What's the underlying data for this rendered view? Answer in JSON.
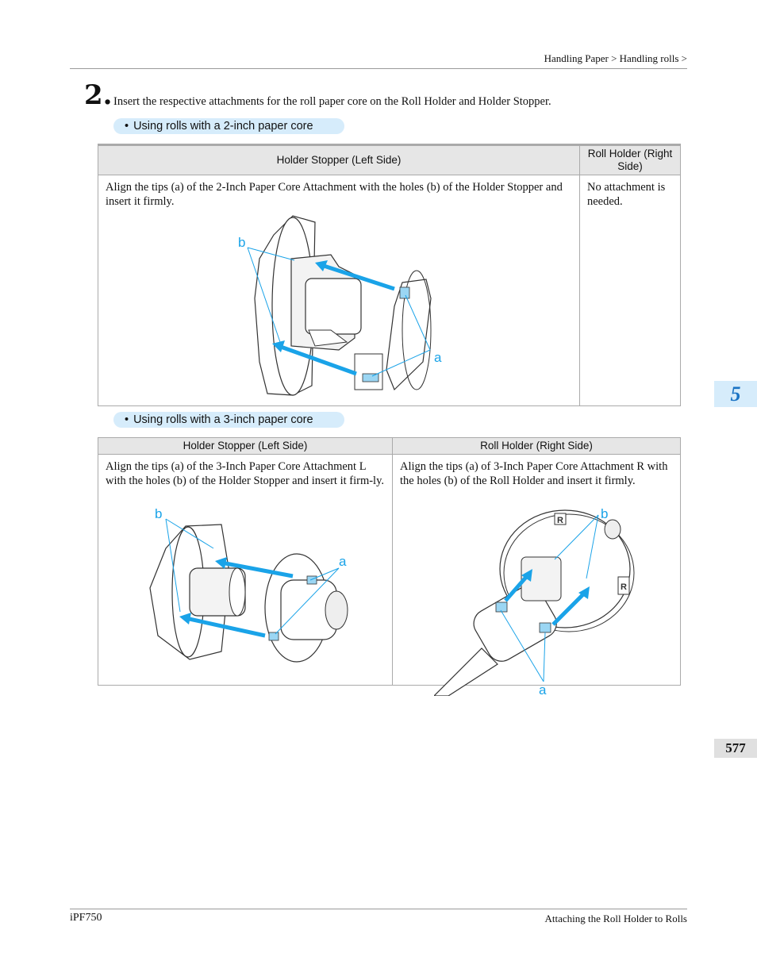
{
  "header": {
    "breadcrumb": "Handling Paper > Handling rolls >"
  },
  "step": {
    "number": "2.",
    "text": "Insert the respective attachments for the roll paper core on the Roll Holder and Holder Stopper."
  },
  "section_2inch": {
    "pill": "Using rolls with a 2-inch paper core",
    "col1_header": "Holder Stopper (Left Side)",
    "col2_header": "Roll Holder (Right Side)",
    "col1_text": "Align the tips (a) of the 2-Inch Paper Core Attachment with the holes (b) of the Holder Stopper and insert it firmly.",
    "col2_text": "No attachment is needed.",
    "label_a": "a",
    "label_b": "b"
  },
  "section_3inch": {
    "pill": "Using rolls with a 3-inch paper core",
    "col1_header": "Holder Stopper (Left Side)",
    "col2_header": "Roll Holder (Right Side)",
    "col1_text": "Align the tips (a) of the 3-Inch Paper Core Attachment L with the holes (b) of the Holder Stopper and insert it firm-ly.",
    "col2_text": "Align the tips (a) of 3-Inch Paper Core Attachment R with the holes (b) of the Roll Holder and insert it firmly.",
    "label_a": "a",
    "label_b": "b",
    "roll_letter": "R"
  },
  "side_tab": {
    "chapter": "5",
    "page": "577"
  },
  "footer": {
    "left": "iPF750",
    "right": "Attaching the Roll Holder to Rolls"
  },
  "colors": {
    "accent": "#1aa3e8",
    "pill_bg": "#d6ecfb",
    "header_bg": "#e6e6e6"
  }
}
